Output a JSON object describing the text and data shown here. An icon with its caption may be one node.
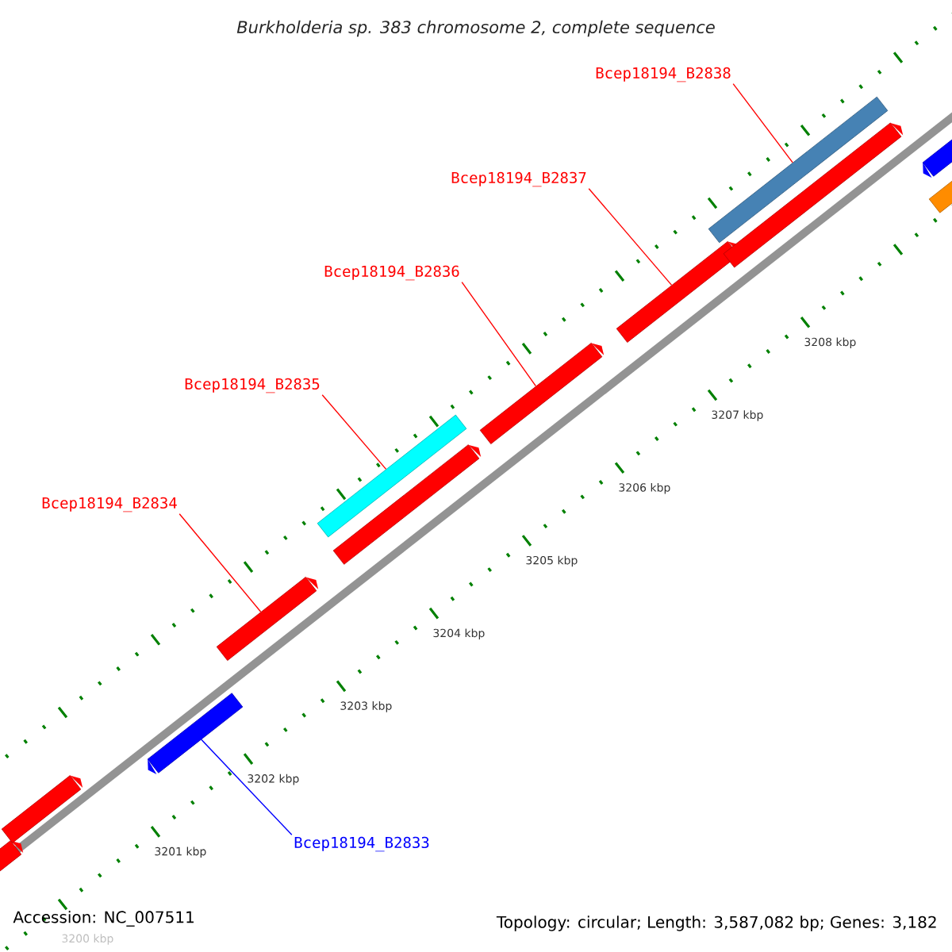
{
  "diagram": {
    "title": "Burkholderia sp. 383 chromosome 2, complete sequence",
    "nodes": [
      {
        "text": [
          "Bcep18194_B2838"
        ]
      },
      {
        "text": [
          "Bcep18194_B2837"
        ]
      },
      {
        "text": [
          "Bcep18194_B2836"
        ]
      },
      {
        "text": [
          "Bcep18194_B2835"
        ]
      },
      {
        "text": [
          "Bcep18194_B2834"
        ]
      },
      {
        "text": [
          "Bcep18194_B2833"
        ]
      },
      {
        "text": [],
        "shape": "bar"
      },
      {
        "text": [],
        "shape": "bar"
      },
      {
        "text": [],
        "shape": "bar"
      },
      {
        "text": [],
        "shape": "bar"
      },
      {
        "text": [],
        "shape": "bar"
      },
      {
        "text": [],
        "shape": "bar"
      },
      {
        "text": [],
        "shape": "bar"
      },
      {
        "text": [],
        "shape": "bar"
      },
      {
        "text": [],
        "shape": "bar"
      }
    ],
    "edges": [
      {
        "from": 0,
        "to": 13,
        "arrow": "none"
      },
      {
        "from": 1,
        "to": 12,
        "arrow": "none"
      },
      {
        "from": 2,
        "to": 11,
        "arrow": "none"
      },
      {
        "from": 3,
        "to": 9,
        "arrow": "none"
      },
      {
        "from": 4,
        "to": 8,
        "arrow": "none"
      },
      {
        "from": 5,
        "to": 7,
        "arrow": "none",
        "color": "#0000ff"
      }
    ],
    "labels": [
      "3208 kbp",
      "3207 kbp",
      "3206 kbp",
      "3205 kbp",
      "3204 kbp",
      "3203 kbp",
      "3202 kbp",
      "3201 kbp",
      "Accession: NC_007511",
      "Topology: circular; Length: 3,587,082 bp; Genes: 3,182",
      "3200 kbp"
    ]
  }
}
